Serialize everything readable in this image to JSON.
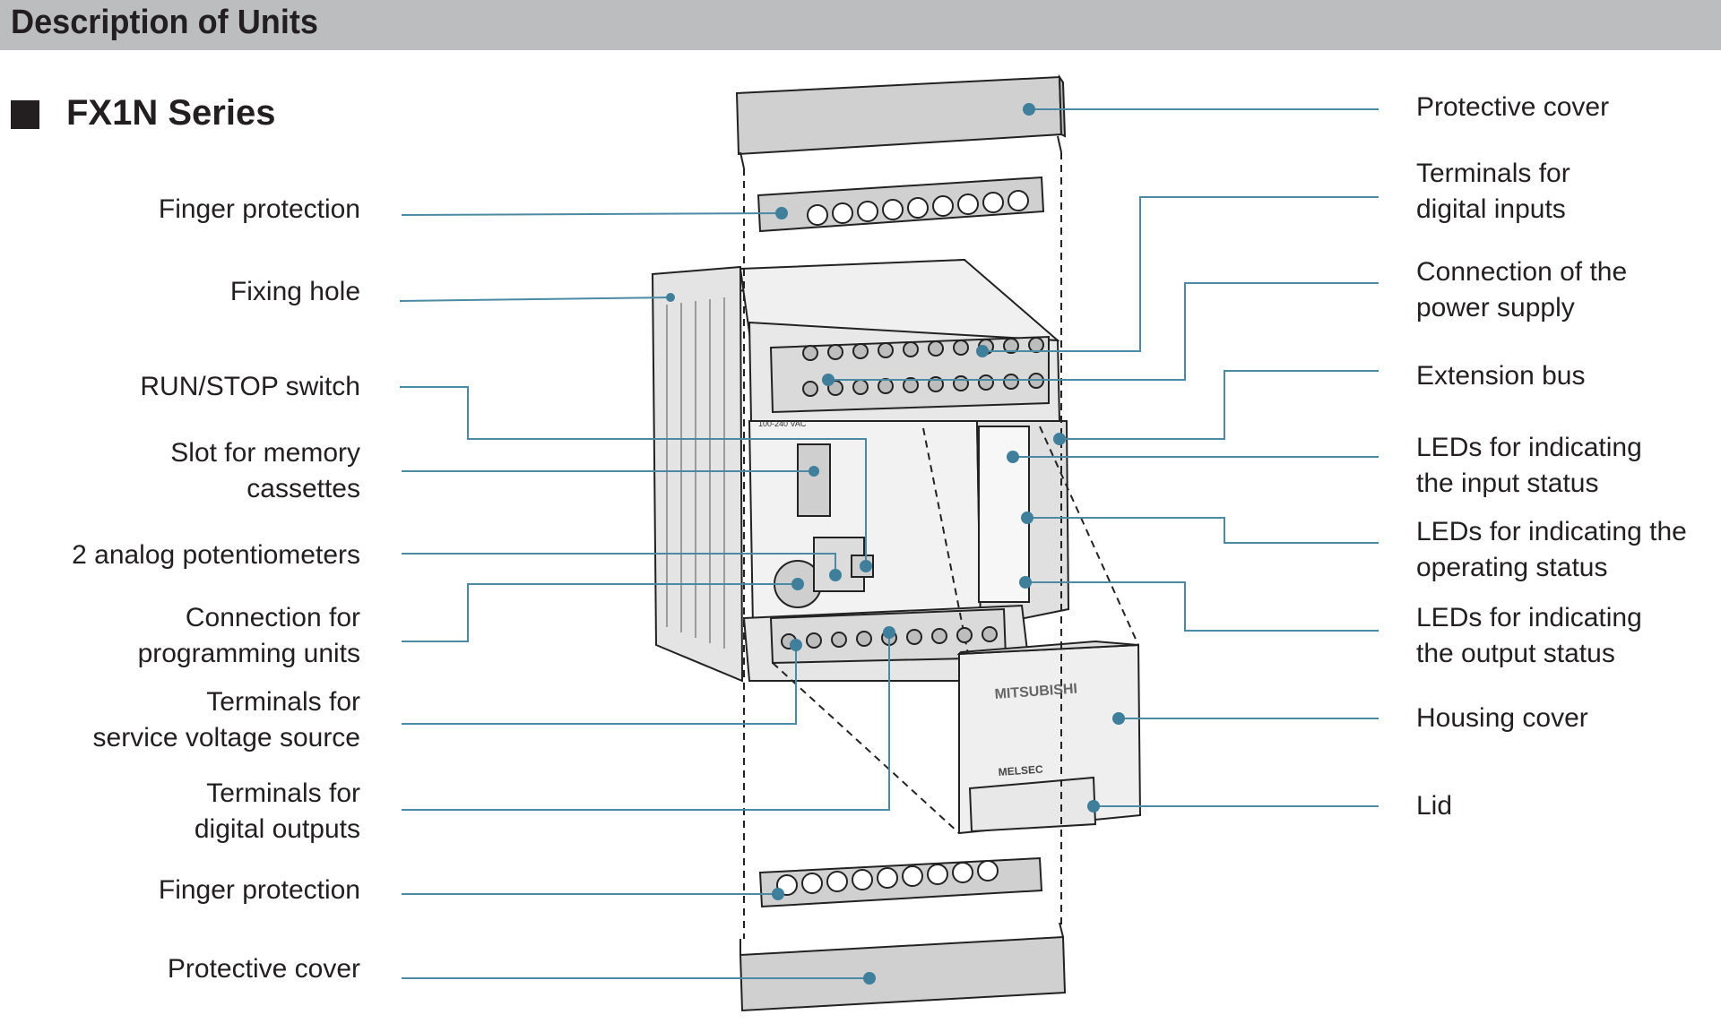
{
  "header": {
    "title": "Description of Units"
  },
  "series": {
    "title": "FX1N Series"
  },
  "labels_left": [
    {
      "name": "label-finger-protection-top",
      "lines": [
        "Finger protection"
      ]
    },
    {
      "name": "label-fixing-hole",
      "lines": [
        "Fixing hole"
      ]
    },
    {
      "name": "label-run-stop-switch",
      "lines": [
        "RUN/STOP switch"
      ]
    },
    {
      "name": "label-slot-memory-cassettes",
      "lines": [
        "Slot for memory",
        "cassettes"
      ]
    },
    {
      "name": "label-analog-potentiometers",
      "lines": [
        "2 analog potentiometers"
      ]
    },
    {
      "name": "label-connection-programming-units",
      "lines": [
        "Connection for",
        "programming units"
      ]
    },
    {
      "name": "label-terminals-service-voltage",
      "lines": [
        "Terminals for",
        "service voltage source"
      ]
    },
    {
      "name": "label-terminals-digital-outputs",
      "lines": [
        "Terminals for",
        "digital outputs"
      ]
    },
    {
      "name": "label-finger-protection-bottom",
      "lines": [
        "Finger protection"
      ]
    },
    {
      "name": "label-protective-cover-bottom",
      "lines": [
        "Protective cover"
      ]
    }
  ],
  "labels_right": [
    {
      "name": "label-protective-cover-top",
      "lines": [
        "Protective cover"
      ]
    },
    {
      "name": "label-terminals-digital-inputs",
      "lines": [
        "Terminals for",
        "digital inputs"
      ]
    },
    {
      "name": "label-connection-power-supply",
      "lines": [
        "Connection of the",
        "power supply"
      ]
    },
    {
      "name": "label-extension-bus",
      "lines": [
        "Extension bus"
      ]
    },
    {
      "name": "label-leds-input-status",
      "lines": [
        "LEDs for indicating",
        "the input status"
      ]
    },
    {
      "name": "label-leds-operating-status",
      "lines": [
        "LEDs for indicating the",
        "operating status"
      ]
    },
    {
      "name": "label-leds-output-status",
      "lines": [
        "LEDs for indicating",
        "the output status"
      ]
    },
    {
      "name": "label-housing-cover",
      "lines": [
        "Housing cover"
      ]
    },
    {
      "name": "label-lid",
      "lines": [
        "Lid"
      ]
    }
  ],
  "device": {
    "brand": "MITSUBISHI",
    "series_mark": "MELSEC",
    "power_mark": "100-240 VAC"
  },
  "colors": {
    "header_bg": "#bcbdbf",
    "leader_line": "#4a8aa5",
    "leader_dot": "#3f7f9b",
    "device_fill": "#ededed",
    "cover_fill": "#d0d0d0"
  }
}
